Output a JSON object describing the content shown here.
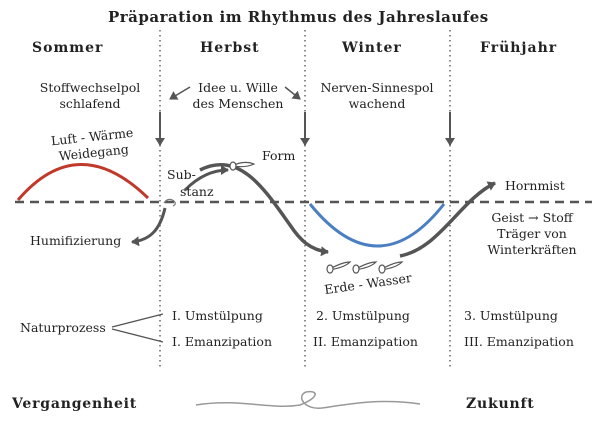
{
  "title": "Präparation im Rhythmus des Jahreslaufes",
  "seasons": [
    "Sommer",
    "Herbst",
    "Winter",
    "Frühjahr"
  ],
  "labels": {
    "stoffwechselpol": [
      "Stoffwechselpol",
      "schlafend"
    ],
    "idee": [
      "Idee u. Wille",
      "des Menschen"
    ],
    "nerven": [
      "Nerven-Sinnespol",
      "wachend"
    ],
    "luft": [
      "Luft - Wärme",
      "Weidegang"
    ],
    "substanz": [
      "Sub-",
      "stanz"
    ],
    "form": "Form",
    "hornmist": "Hornmist",
    "humifizierung": "Humifizierung",
    "geist": [
      "Geist → Stoff",
      "Träger von",
      "Winterkräften"
    ],
    "erde": "Erde - Wasser",
    "naturprozess": "Naturprozess",
    "col2": [
      "I. Umstülpung",
      "I. Emanzipation"
    ],
    "col3": [
      "2. Umstülpung",
      "II. Emanzipation"
    ],
    "col4": [
      "3. Umstülpung",
      "III. Emanzipation"
    ]
  },
  "bottom": {
    "left": "Vergangenheit",
    "right": "Zukunft"
  },
  "colors": {
    "red_arc": "#c0392b",
    "blue_arc": "#4a7fc1",
    "dashed": "#555555",
    "arrow": "#555555"
  }
}
